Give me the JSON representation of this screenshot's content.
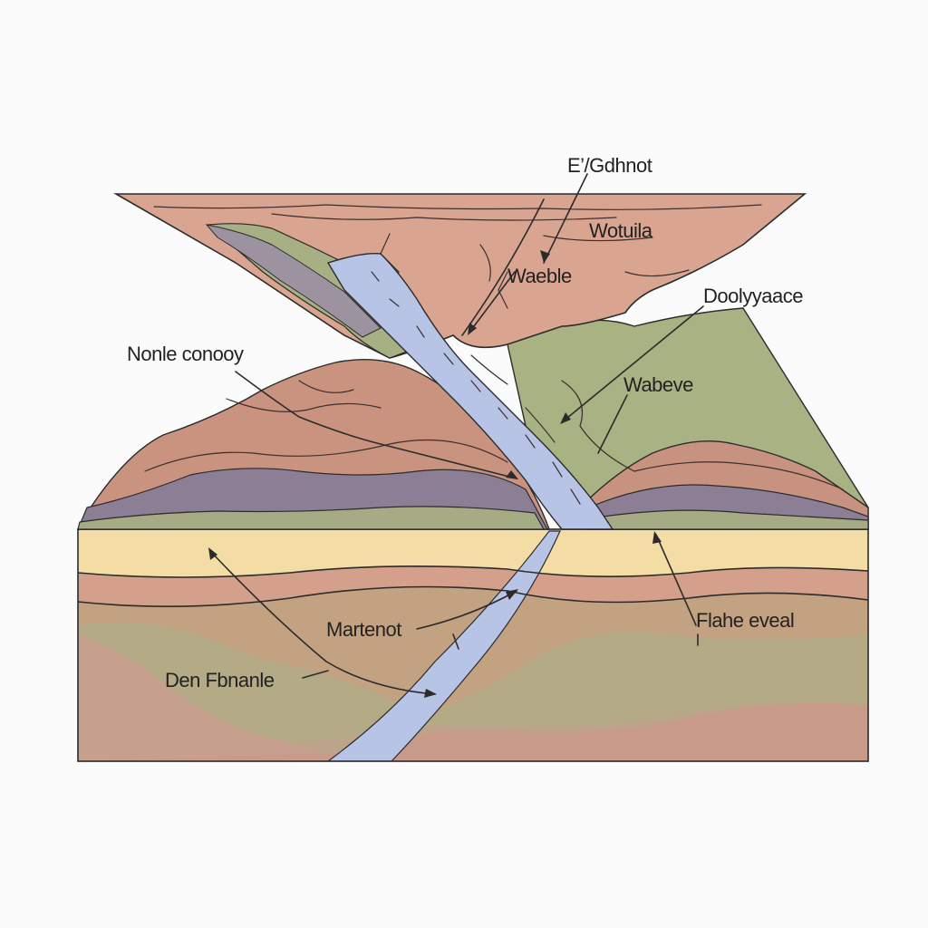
{
  "labels": {
    "top": "E’/Gdhnot",
    "upper_right_1": "Wotuila",
    "upper_mid": "Waeble",
    "right": "Doolyyaace",
    "left": "Nonle conooy",
    "mid_right": "Wabeve",
    "lower_mid": "Martenot",
    "lower_right": "Flahe eveal",
    "lower_left": "Den Fbnanle"
  },
  "colors": {
    "background": "#fbfbfb",
    "upper_block": "#d8a48f",
    "brown_mountain": "#c9937f",
    "green_slope": "#a9b285",
    "purple_band": "#8d7f97",
    "yellow_band": "#f5dea4",
    "water": "#b7c4e6",
    "lower_left": "#bfa88f",
    "lower_green": "#b9ae87",
    "bottom_band": "#c99a8a"
  }
}
